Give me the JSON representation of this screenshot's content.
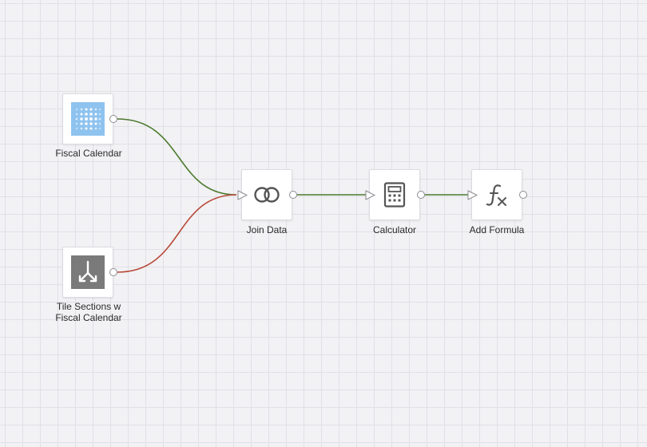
{
  "nodes": {
    "fiscal_calendar": {
      "label": "Fiscal Calendar",
      "icon": "dataset-icon",
      "icon_bg": "#8fc3ef"
    },
    "tile_sections": {
      "label": "Tile Sections w\nFiscal Calendar",
      "icon": "split-icon",
      "icon_bg": "#7a7a7a"
    },
    "join_data": {
      "label": "Join Data",
      "icon": "join-icon"
    },
    "calculator": {
      "label": "Calculator",
      "icon": "calculator-icon"
    },
    "add_formula": {
      "label": "Add Formula",
      "icon": "formula-icon"
    }
  },
  "wires": {
    "primary_color": "#4b7a2e",
    "secondary_color": "#b94a3a"
  },
  "colors": {
    "canvas_bg": "#f2f1f4",
    "grid_line": "#e1e0e5",
    "port_border": "#8c8b90"
  }
}
